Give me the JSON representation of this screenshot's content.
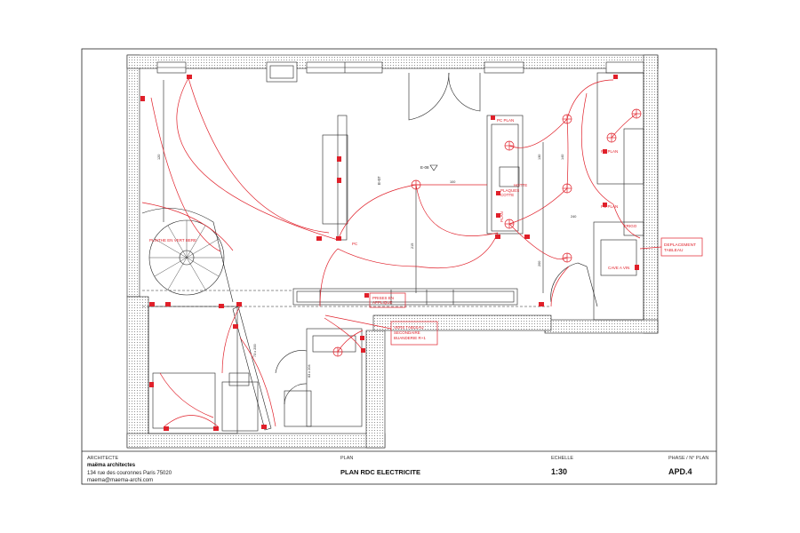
{
  "drawing": {
    "labels": {
      "pc_plan_1": "PC PLAN",
      "pc_plan_2": "PC PLAN",
      "pc_plan_3": "PC PLAN",
      "plan_vert": "PLAN",
      "cotte_plaque": "PLAQUES\nCOTTE",
      "pc": "PC",
      "e08": "E-08",
      "e07": "E-07",
      "hotte": "HOTTE",
      "frigo": "FRIGO",
      "cave_a_vin": "CAVE A VIN",
      "deplacement_tableau": "DEPLACEMENT\nTABLEAU",
      "prises_applique": "PRISES EN\nAPPLIQUE",
      "vers_tableau": "VERS TABLEAU\nSECONDAIRE\nBUANDERIE R+1",
      "escalier": "PLINTHE EN VERT BERE",
      "dim_120": "120",
      "dim_130": "130",
      "dim_140": "140",
      "dim_200": "200",
      "dim_215": "215",
      "dim_240": "240",
      "dim_100": "100",
      "dim_73": "73 x 200",
      "dim_63": "63 x 204"
    }
  },
  "title_block": {
    "architect_label": "ARCHITECTE",
    "architect_name": "maëma architectes",
    "address": "134 rue des couronnes Paris 75020",
    "email": "maema@maema-archi.com",
    "plan_label": "PLAN",
    "plan_title": "PLAN RDC ELECTRICITE",
    "scale_label": "ECHELLE",
    "scale_value": "1:30",
    "phase_label": "PHASE / N° PLAN",
    "phase_value": "APD.4"
  }
}
